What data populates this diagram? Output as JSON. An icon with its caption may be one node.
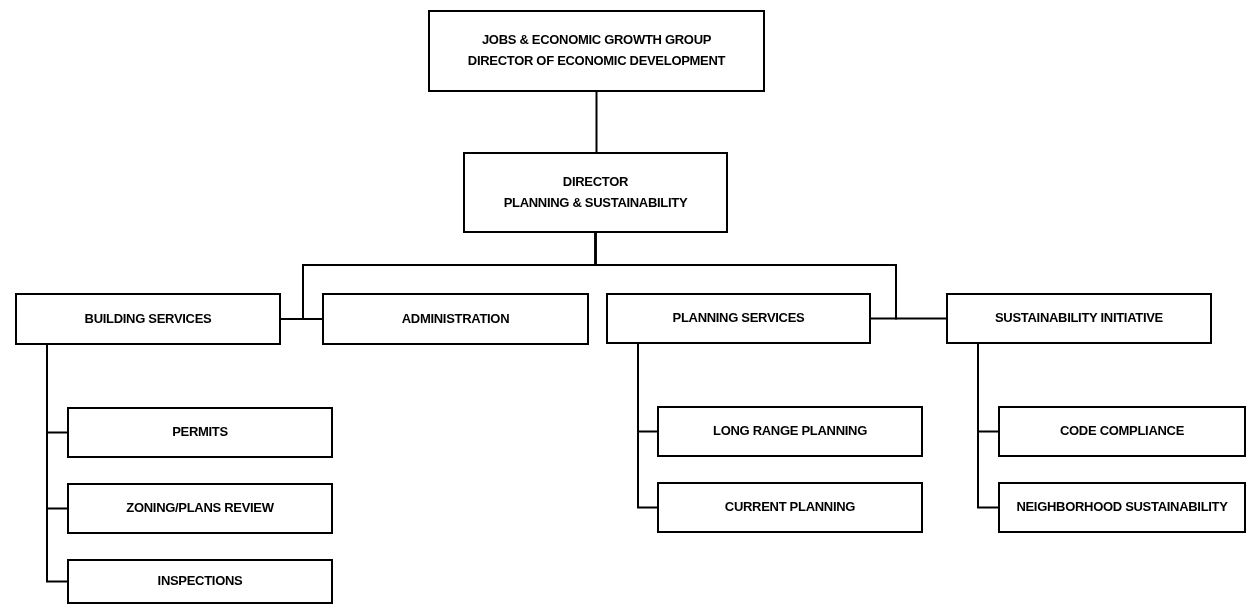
{
  "diagram": {
    "nodes": [
      {
        "text": [
          "JOBS & ECONOMIC GROWTH GROUP",
          "DIRECTOR OF ECONOMIC DEVELOPMENT"
        ]
      },
      {
        "text": [
          "DIRECTOR",
          "PLANNING & SUSTAINABILITY"
        ]
      },
      {
        "text": [
          "BUILDING SERVICES"
        ]
      },
      {
        "text": [
          "ADMINISTRATION"
        ]
      },
      {
        "text": [
          "PLANNING SERVICES"
        ]
      },
      {
        "text": [
          "SUSTAINABILITY INITIATIVE"
        ]
      },
      {
        "text": [
          "PERMITS"
        ]
      },
      {
        "text": [
          "ZONING/PLANS REVIEW"
        ]
      },
      {
        "text": [
          "INSPECTIONS"
        ]
      },
      {
        "text": [
          "LONG RANGE PLANNING"
        ]
      },
      {
        "text": [
          "CURRENT PLANNING"
        ]
      },
      {
        "text": [
          "CODE COMPLIANCE"
        ]
      },
      {
        "text": [
          "NEIGHBORHOOD SUSTAINABILITY"
        ]
      }
    ],
    "edges": [
      {
        "from": 0,
        "to": 1,
        "arrow": "none"
      },
      {
        "from": 1,
        "to": 2,
        "arrow": "none"
      },
      {
        "from": 1,
        "to": 3,
        "arrow": "none"
      },
      {
        "from": 1,
        "to": 4,
        "arrow": "none"
      },
      {
        "from": 1,
        "to": 5,
        "arrow": "none"
      },
      {
        "from": 2,
        "to": 6,
        "arrow": "none"
      },
      {
        "from": 2,
        "to": 7,
        "arrow": "none"
      },
      {
        "from": 2,
        "to": 8,
        "arrow": "none"
      },
      {
        "from": 4,
        "to": 9,
        "arrow": "none"
      },
      {
        "from": 4,
        "to": 10,
        "arrow": "none"
      },
      {
        "from": 5,
        "to": 11,
        "arrow": "none"
      },
      {
        "from": 5,
        "to": 12,
        "arrow": "none"
      }
    ]
  }
}
